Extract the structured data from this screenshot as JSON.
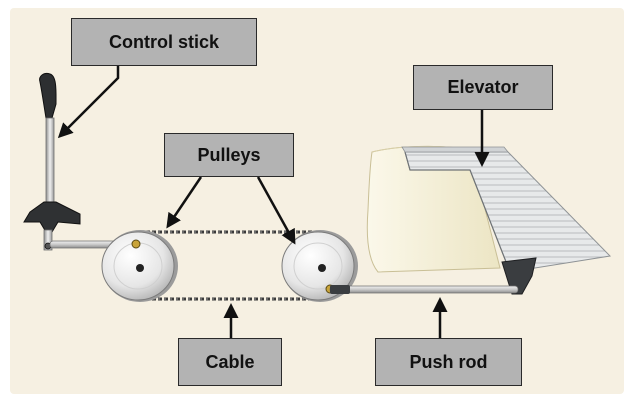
{
  "colors": {
    "panel_background": "#f6f0e2",
    "label_fill": "#b3b3b3",
    "label_border": "#2a2a2a",
    "pulley_metal": "#e8e8e8",
    "elevator_stripes": "#c9ccce",
    "stabilizer_fill": "#f3edcf"
  },
  "labels": {
    "control_stick": "Control stick",
    "elevator": "Elevator",
    "pulleys": "Pulleys",
    "cable": "Cable",
    "push_rod": "Push rod"
  }
}
